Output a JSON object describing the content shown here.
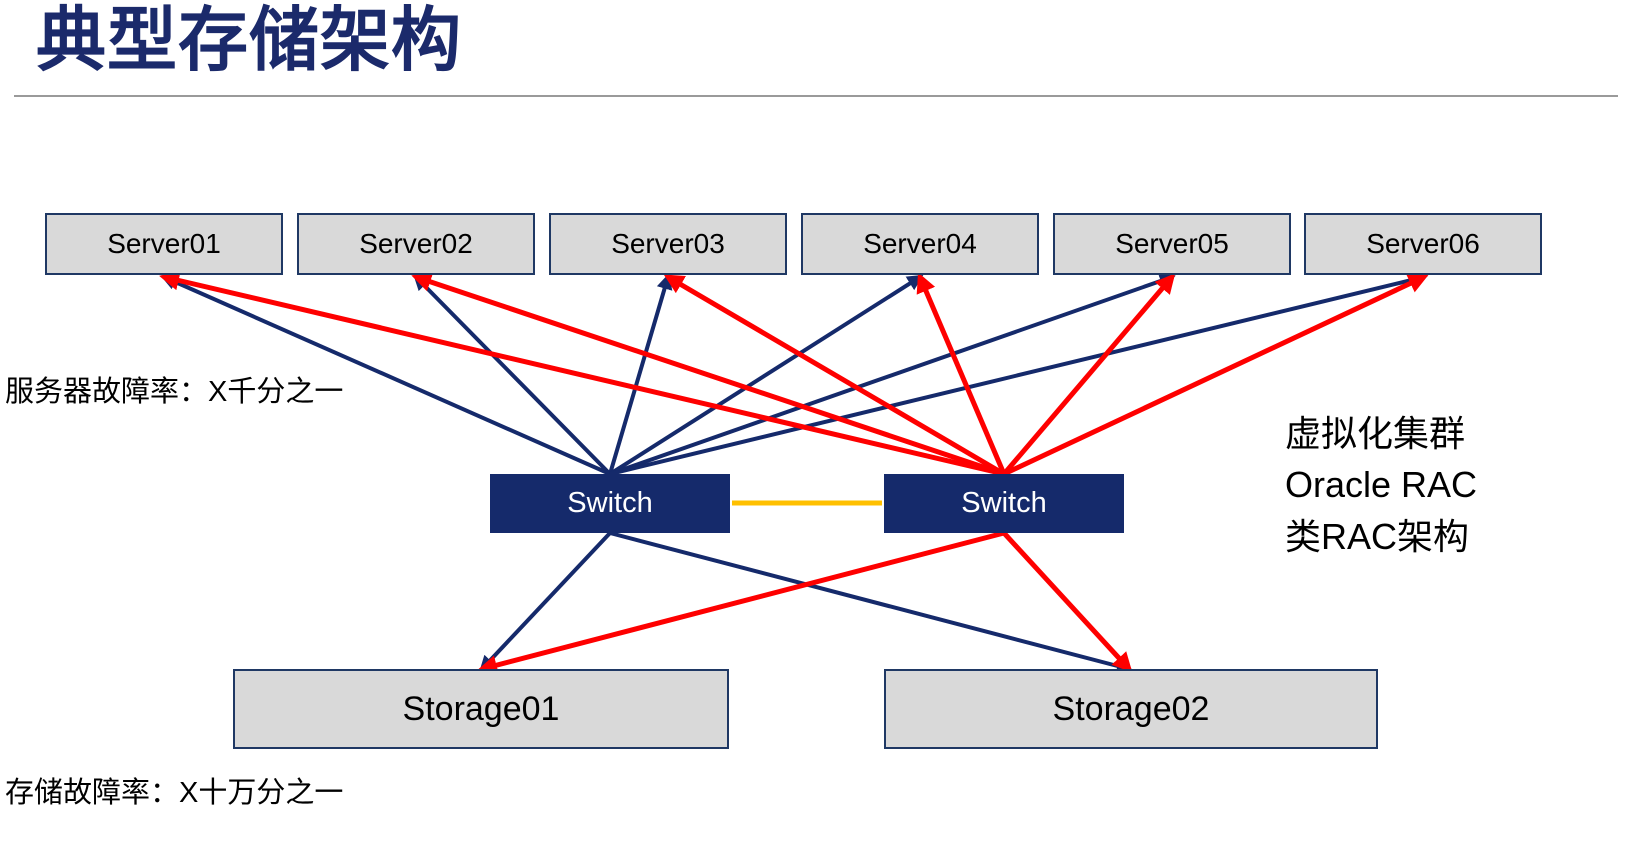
{
  "title": "典型存储架构",
  "servers": [
    "Server01",
    "Server02",
    "Server03",
    "Server04",
    "Server05",
    "Server06"
  ],
  "switches": {
    "left": "Switch",
    "right": "Switch"
  },
  "storages": {
    "left": "Storage01",
    "right": "Storage02"
  },
  "annotations": {
    "server_failure_rate": "服务器故障率：X千分之一",
    "storage_failure_rate": "存储故障率：X十万分之一",
    "cluster_note": "虚拟化集群\nOracle RAC\n类RAC架构"
  },
  "colors": {
    "navy": "#152a6b",
    "red": "#fe0000",
    "yellow": "#ffc000",
    "title_navy": "#1b2a6b",
    "box_fill": "#d9d9d9",
    "box_border": "#1f3864",
    "divider_gray": "#9a9a9a"
  },
  "diagram": {
    "nodes": [
      {
        "id": "server1",
        "label": "Server01",
        "type": "server"
      },
      {
        "id": "server2",
        "label": "Server02",
        "type": "server"
      },
      {
        "id": "server3",
        "label": "Server03",
        "type": "server"
      },
      {
        "id": "server4",
        "label": "Server04",
        "type": "server"
      },
      {
        "id": "server5",
        "label": "Server05",
        "type": "server"
      },
      {
        "id": "server6",
        "label": "Server06",
        "type": "server"
      },
      {
        "id": "switch1",
        "label": "Switch",
        "type": "switch"
      },
      {
        "id": "switch2",
        "label": "Switch",
        "type": "switch"
      },
      {
        "id": "storage1",
        "label": "Storage01",
        "type": "storage"
      },
      {
        "id": "storage2",
        "label": "Storage02",
        "type": "storage"
      }
    ],
    "edges": [
      {
        "source": "server1",
        "target": "switch1",
        "color": "navy"
      },
      {
        "source": "server2",
        "target": "switch1",
        "color": "navy"
      },
      {
        "source": "server3",
        "target": "switch1",
        "color": "navy"
      },
      {
        "source": "server4",
        "target": "switch1",
        "color": "navy"
      },
      {
        "source": "server5",
        "target": "switch1",
        "color": "navy"
      },
      {
        "source": "server6",
        "target": "switch1",
        "color": "navy"
      },
      {
        "source": "server1",
        "target": "switch2",
        "color": "red"
      },
      {
        "source": "server2",
        "target": "switch2",
        "color": "red"
      },
      {
        "source": "server3",
        "target": "switch2",
        "color": "red"
      },
      {
        "source": "server4",
        "target": "switch2",
        "color": "red"
      },
      {
        "source": "server5",
        "target": "switch2",
        "color": "red"
      },
      {
        "source": "server6",
        "target": "switch2",
        "color": "red"
      },
      {
        "source": "switch1",
        "target": "storage1",
        "color": "navy"
      },
      {
        "source": "switch1",
        "target": "storage2",
        "color": "navy"
      },
      {
        "source": "switch2",
        "target": "storage1",
        "color": "red"
      },
      {
        "source": "switch2",
        "target": "storage2",
        "color": "red"
      },
      {
        "source": "switch1",
        "target": "switch2",
        "color": "yellow"
      }
    ]
  }
}
